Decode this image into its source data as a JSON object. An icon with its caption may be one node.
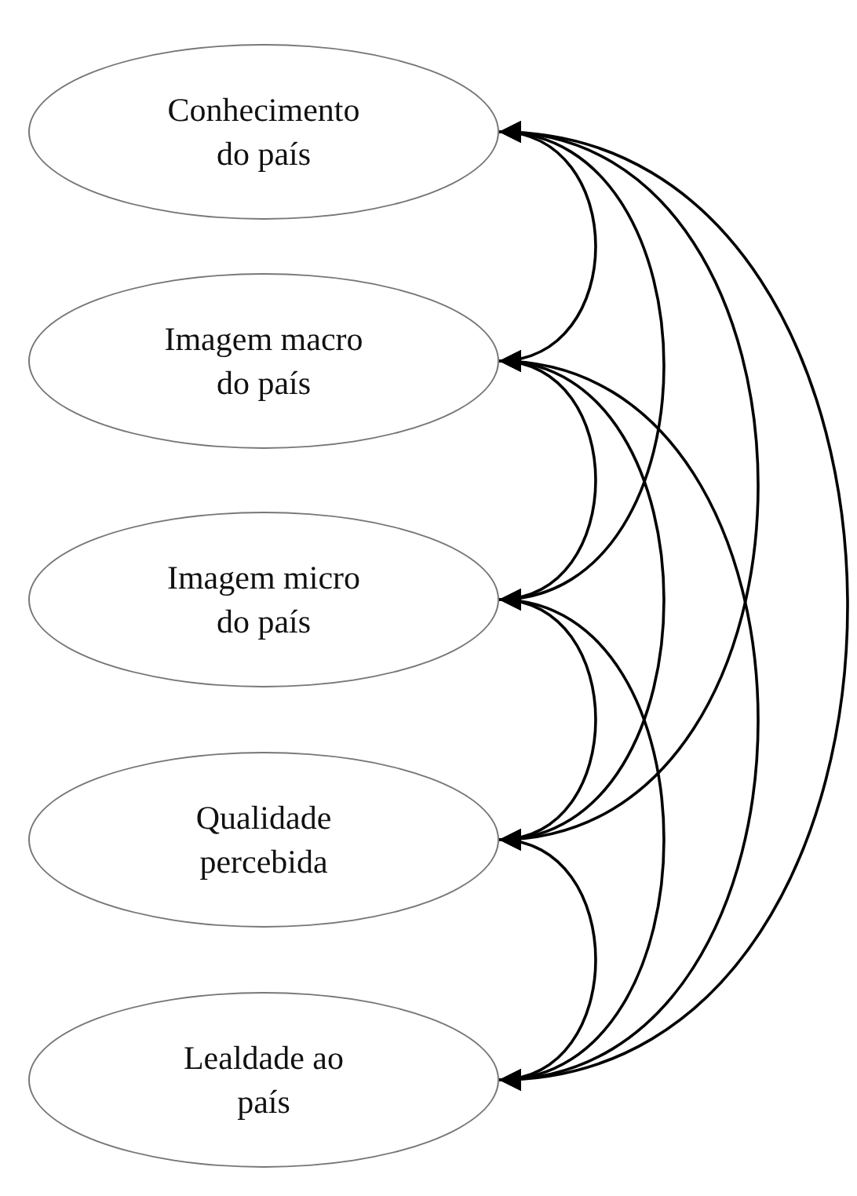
{
  "diagram": {
    "nodes": [
      {
        "text": [
          "Conhecimento do país"
        ]
      },
      {
        "text": [
          "Imagem macro do país"
        ]
      },
      {
        "text": [
          "Imagem micro do país"
        ]
      },
      {
        "text": [
          "Qualidade percebida"
        ]
      },
      {
        "text": [
          "Lealdade ao país"
        ]
      }
    ],
    "edges": [
      {
        "from": 0,
        "to": 1,
        "arrow": "both"
      },
      {
        "from": 0,
        "to": 2,
        "arrow": "both"
      },
      {
        "from": 0,
        "to": 3,
        "arrow": "both"
      },
      {
        "from": 0,
        "to": 4,
        "arrow": "both"
      },
      {
        "from": 1,
        "to": 2,
        "arrow": "both"
      },
      {
        "from": 1,
        "to": 3,
        "arrow": "both"
      },
      {
        "from": 1,
        "to": 4,
        "arrow": "both"
      },
      {
        "from": 2,
        "to": 3,
        "arrow": "both"
      },
      {
        "from": 2,
        "to": 4,
        "arrow": "both"
      },
      {
        "from": 3,
        "to": 4,
        "arrow": "both"
      }
    ]
  }
}
